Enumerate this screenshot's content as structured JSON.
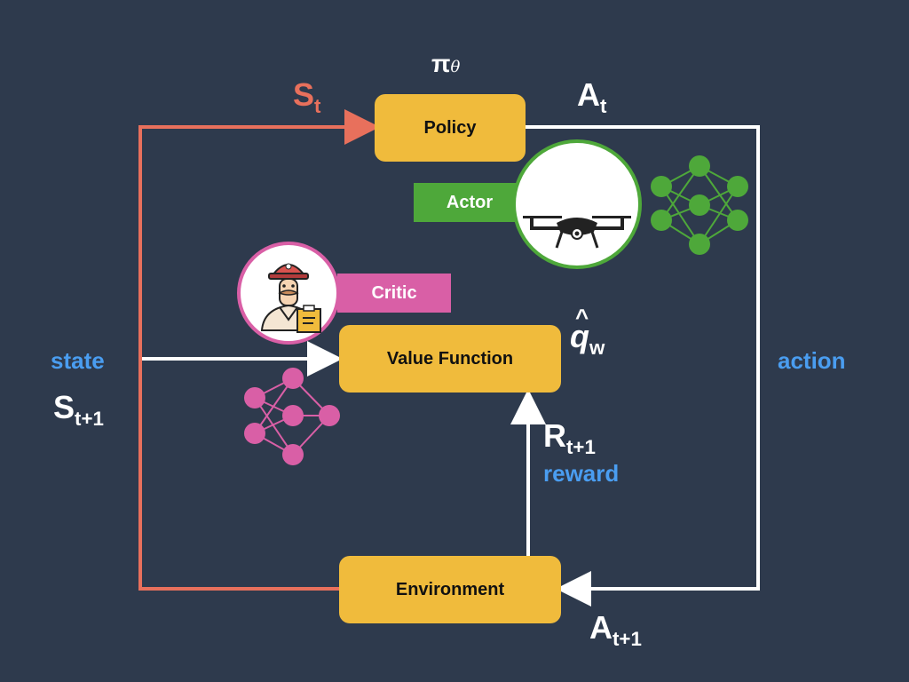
{
  "colors": {
    "background": "#2e3a4d",
    "box": "#f0bb3c",
    "state_line": "#e8705c",
    "white_line": "#ffffff",
    "blue_text": "#4a9df0",
    "actor_green": "#4ea83a",
    "critic_pink": "#d95fa6",
    "net_green": "#4ea83a",
    "net_pink": "#d95fa6"
  },
  "boxes": {
    "policy": "Policy",
    "value_function": "Value Function",
    "environment": "Environment"
  },
  "labels": {
    "pi": "π",
    "pi_sub": "θ",
    "s": "S",
    "s_sub": "t",
    "a": "A",
    "a_sub": "t",
    "q": "q",
    "q_sub": "w",
    "state": "state",
    "s_next": "S",
    "s_next_sub": "t+1",
    "action": "action",
    "r": "R",
    "r_sub": "t+1",
    "reward": "reward",
    "a_next": "A",
    "a_next_sub": "t+1"
  },
  "tags": {
    "actor": "Actor",
    "critic": "Critic"
  },
  "icons": {
    "actor_icon": "drone-icon",
    "critic_icon": "person-with-clipboard-icon",
    "actor_network": "neural-network-icon",
    "critic_network": "neural-network-icon"
  }
}
